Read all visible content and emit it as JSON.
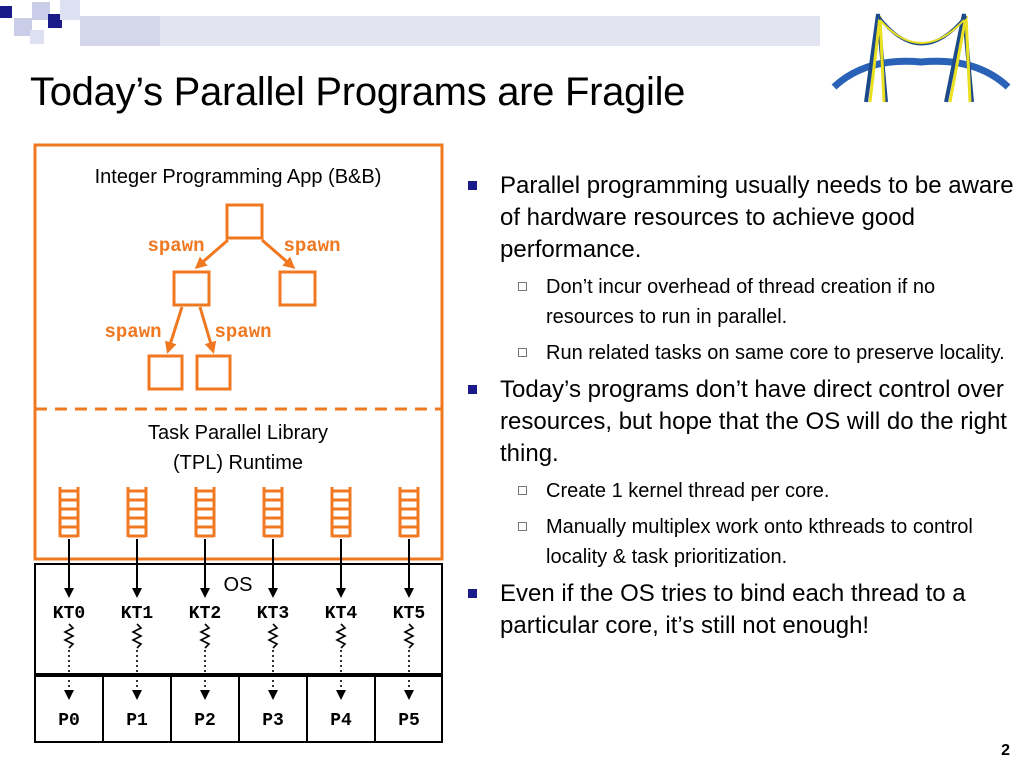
{
  "slide": {
    "title": "Today’s Parallel Programs are Fragile",
    "page_number": "2"
  },
  "diagram": {
    "app_label": "Integer Programming App (B&B)",
    "spawn_label": "spawn",
    "runtime_label_line1": "Task Parallel Library",
    "runtime_label_line2": "(TPL) Runtime",
    "os_label": "OS",
    "kernel_threads": [
      "KT0",
      "KT1",
      "KT2",
      "KT3",
      "KT4",
      "KT5"
    ],
    "processors": [
      "P0",
      "P1",
      "P2",
      "P3",
      "P4",
      "P5"
    ],
    "accent_color": "#f07820"
  },
  "bullets": [
    {
      "text": "Parallel programming usually needs to be aware of hardware resources to achieve good performance.",
      "sub": [
        "Don’t incur overhead of thread creation if no resources to run in parallel.",
        "Run related tasks on same core to preserve locality."
      ]
    },
    {
      "text": "Today’s programs don’t have direct control over resources, but hope that the OS will do the right thing.",
      "sub": [
        "Create 1 kernel thread per core.",
        "Manually multiplex work onto kthreads to control locality & task prioritization."
      ]
    },
    {
      "text": "Even if the OS tries to bind each thread to a particular core, it’s still not enough!",
      "sub": []
    }
  ]
}
